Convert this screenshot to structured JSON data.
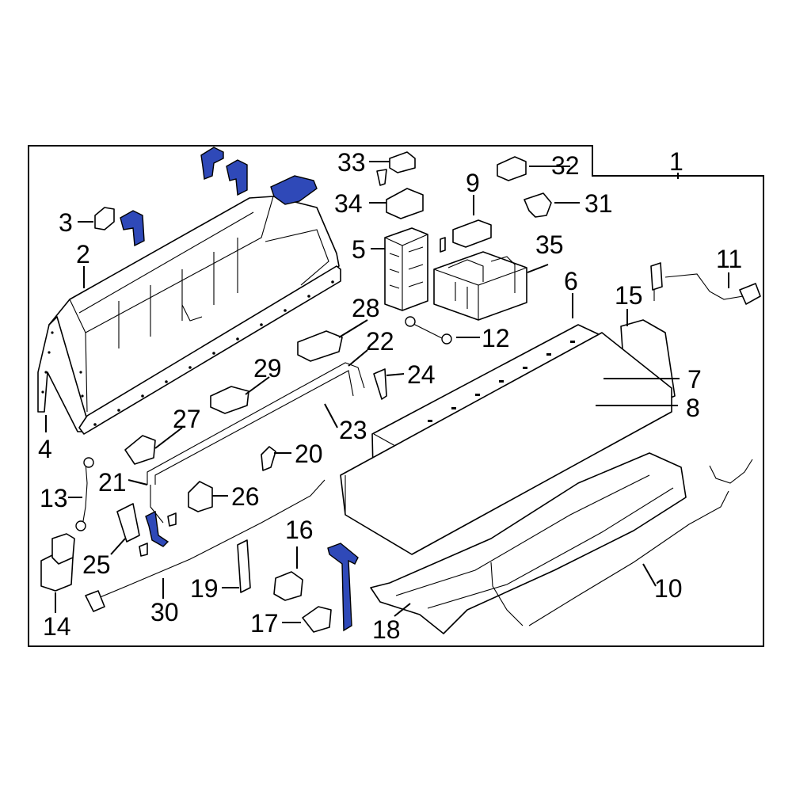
{
  "diagram": {
    "highlight_color": "#2f49b8",
    "callouts": [
      "1",
      "2",
      "3",
      "4",
      "5",
      "6",
      "7",
      "8",
      "9",
      "10",
      "11",
      "12",
      "13",
      "14",
      "15",
      "16",
      "17",
      "18",
      "19",
      "20",
      "21",
      "22",
      "23",
      "24",
      "25",
      "26",
      "27",
      "28",
      "29",
      "30",
      "31",
      "32",
      "33",
      "34",
      "35"
    ]
  }
}
